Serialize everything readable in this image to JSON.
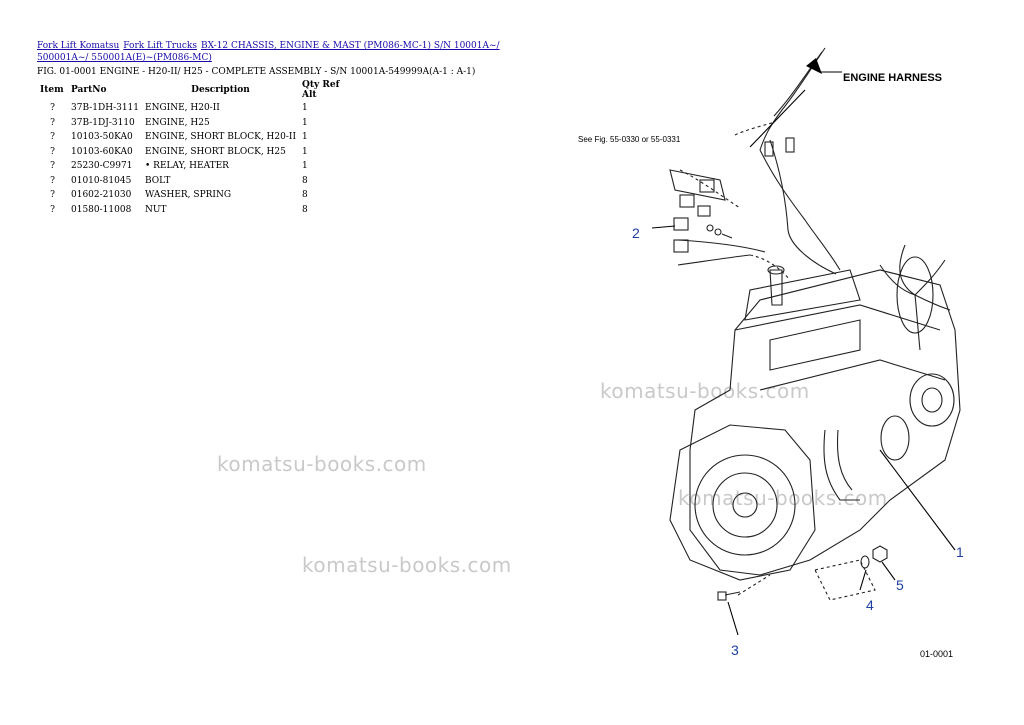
{
  "breadcrumb": {
    "link1": "Fork Lift Komatsu",
    "link2": "Fork Lift Trucks",
    "link3": "BX-12 CHASSIS, ENGINE & MAST (PM086-MC-1) S/N 10001A~/ 500001A~/ 550001A(E)~(PM086-MC)"
  },
  "figure_title": "FIG. 01-0001 ENGINE - H20-II/ H25 - COMPLETE ASSEMBLY - S/N 10001A-549999A(A-1 : A-1)",
  "table": {
    "headers": {
      "item": "Item",
      "partno": "PartNo",
      "description": "Description",
      "qty_ref_alt": "Qty Ref Alt"
    },
    "rows": [
      {
        "item": "?",
        "partno": "37B-1DH-3111",
        "description": "ENGINE, H20-II",
        "qty": "1"
      },
      {
        "item": "?",
        "partno": "37B-1DJ-3110",
        "description": "ENGINE, H25",
        "qty": "1"
      },
      {
        "item": "?",
        "partno": "10103-50KA0",
        "description": "ENGINE, SHORT BLOCK, H20-II",
        "qty": "1"
      },
      {
        "item": "?",
        "partno": "10103-60KA0",
        "description": "ENGINE, SHORT BLOCK, H25",
        "qty": "1"
      },
      {
        "item": "?",
        "partno": "25230-C9971",
        "description": "• RELAY, HEATER",
        "qty": "1"
      },
      {
        "item": "?",
        "partno": "01010-81045",
        "description": "BOLT",
        "qty": "8"
      },
      {
        "item": "?",
        "partno": "01602-21030",
        "description": "WASHER, SPRING",
        "qty": "8"
      },
      {
        "item": "?",
        "partno": "01580-11008",
        "description": "NUT",
        "qty": "8"
      }
    ]
  },
  "watermarks": [
    "komatsu-books.com",
    "komatsu-books.com",
    "komatsu-books.com",
    "komatsu-books.com"
  ],
  "diagram": {
    "engine_harness_label": "ENGINE HARNESS",
    "see_fig_label": "See Fig. 55-0330 or 55-0331",
    "callout_1": "1",
    "callout_2": "2",
    "callout_3": "3",
    "callout_4": "4",
    "callout_5": "5",
    "figure_code": "01-0001"
  },
  "colors": {
    "link": "#1a0dab",
    "callout": "#1f3f9f",
    "watermark": "#c9c9c9"
  }
}
